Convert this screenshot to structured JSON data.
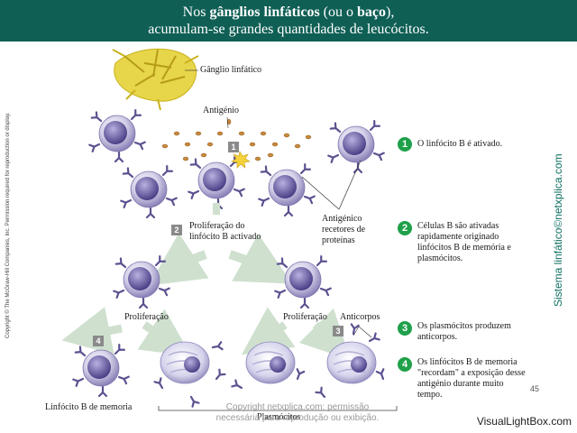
{
  "header": {
    "line1_pre": "Nos ",
    "line1_b1": "gânglios linfáticos",
    "line1_mid": " (ou o ",
    "line1_b2": "baço",
    "line1_post": "),",
    "line2": "acumulam-se grandes quantidades de leucócitos."
  },
  "labels": {
    "ganglio": "Gânglio linfático",
    "antigenio": "Antigénio",
    "prolif_activado_1": "Proliferação do",
    "prolif_activado_2": "linfócito B activado",
    "receptores_1": "Antigénico",
    "receptores_2": "recetores de",
    "receptores_3": "proteínas",
    "proliferacao_left": "Proliferação",
    "proliferacao_right": "Proliferação",
    "anticorpos": "Anticorpos",
    "memoria": "Linfócito B de memoria",
    "plasmocitos": "Plasmócitos"
  },
  "steps": [
    "1",
    "2",
    "3",
    "4"
  ],
  "descriptions": [
    {
      "num": "1",
      "text": "O linfócito B é ativado."
    },
    {
      "num": "2",
      "text": "Células B são ativadas rapidamente originado linfócitos B de memória e plasmócitos."
    },
    {
      "num": "3",
      "text": "Os plasmócitos produzem anticorpos."
    },
    {
      "num": "4",
      "text": "Os linfócitos B de memoria \"recordam\" a exposição desse antigénio durante muito tempo."
    }
  ],
  "sidebar_text": "Sistema linfático©netxplica.com",
  "copyright_side": "Copyright © The McGraw-Hill Companies, Inc. Permission required for reproduction or display.",
  "watermark_1": "Copyright netxplica.com: permissão",
  "watermark_2": "necessária para reprodução ou exibição.",
  "page_number": "45",
  "footer_brand": "VisualLightBox.com",
  "colors": {
    "banner": "#0f5f55",
    "badge": "#1fa04a",
    "cell": "#8a82b8",
    "nucleus": "#5a4f93",
    "arrow": "#cfe0cf",
    "antigen": "#c7893d"
  }
}
